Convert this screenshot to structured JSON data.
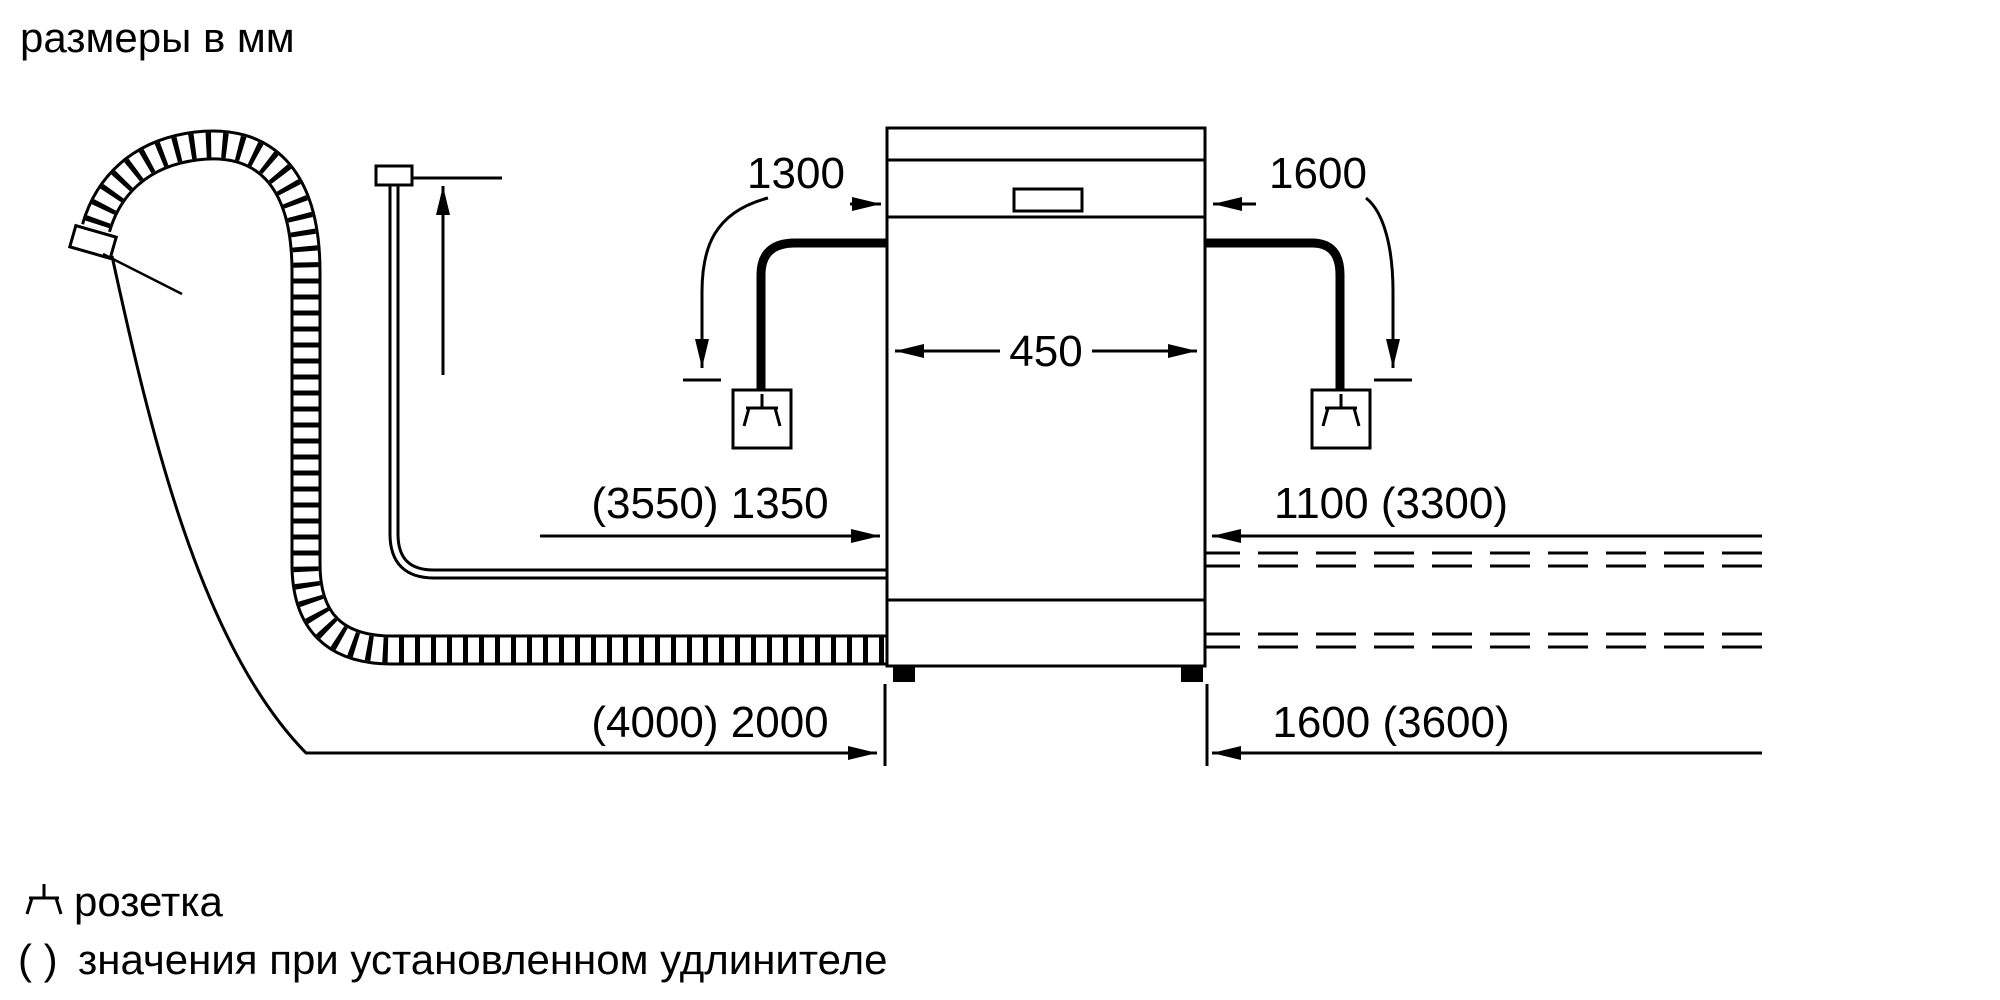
{
  "title": "размеры в мм",
  "dimensions": {
    "cord_left": "1300",
    "cord_right": "1600",
    "width": "450",
    "supply_left": "(3550) 1350",
    "supply_right": "1100 (3300)",
    "drain_left": "(4000) 2000",
    "drain_right": "1600 (3600)"
  },
  "legend": {
    "socket_label": "розетка",
    "extension_symbol": "( )",
    "extension_label": "значения при установленном удлинителе"
  },
  "colors": {
    "line": "#000000",
    "background": "#ffffff"
  }
}
